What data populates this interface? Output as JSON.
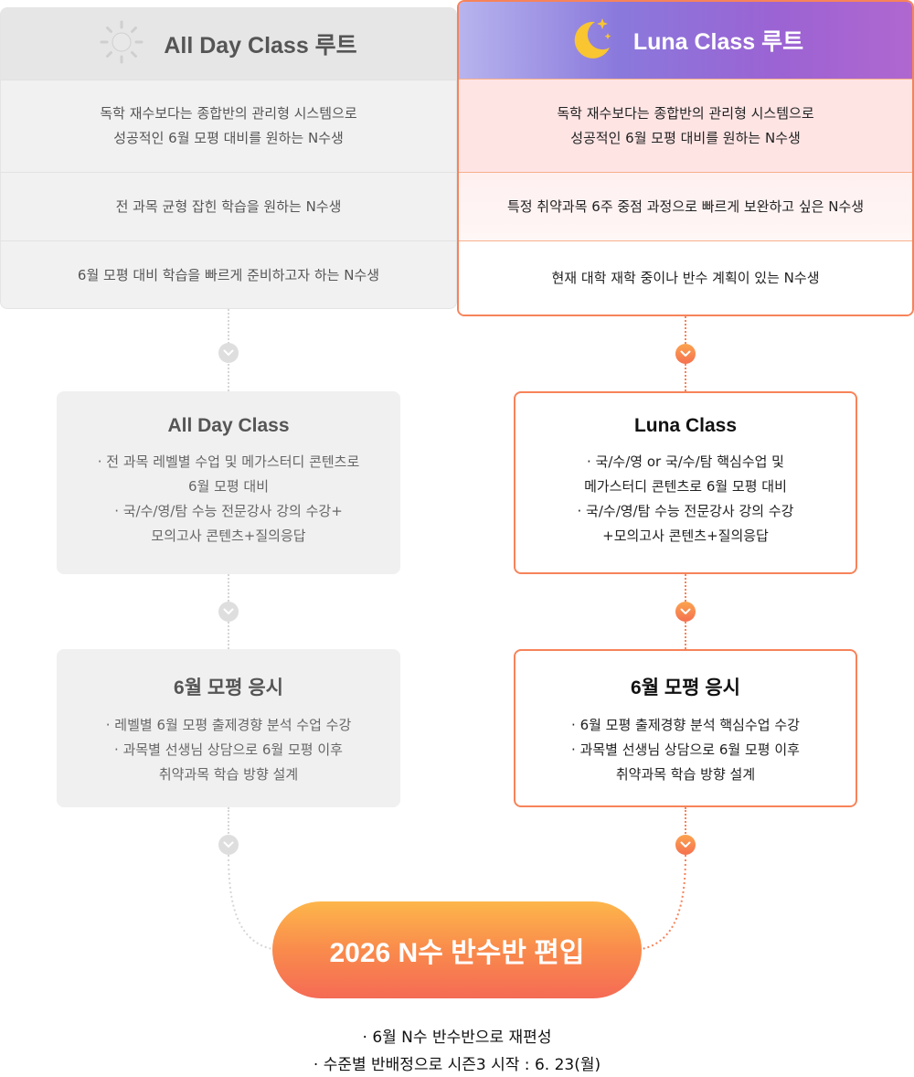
{
  "left_column": {
    "title": "All Day Class 루트",
    "icon": "sun-icon",
    "rows": [
      "독학 재수보다는 종합반의 관리형 시스템으로\n성공적인 6월 모평 대비를 원하는 N수생",
      "전 과목 균형 잡힌 학습을 원하는 N수생",
      "6월 모평 대비 학습을 빠르게 준비하고자 하는 N수생"
    ]
  },
  "right_column": {
    "title": "Luna Class 루트",
    "icon": "moon-icon",
    "rows": [
      "독학 재수보다는 종합반의 관리형 시스템으로\n성공적인 6월 모평 대비를 원하는 N수생",
      "특정 취약과목 6주 중점 과정으로 빠르게 보완하고 싶은 N수생",
      "현재 대학 재학 중이나 반수 계획이 있는 N수생"
    ]
  },
  "left_steps": [
    {
      "title": "All Day Class",
      "body": "· 전 과목 레벨별 수업 및 메가스터디 콘텐츠로\n6월 모평 대비\n· 국/수/영/탐 수능 전문강사 강의 수강+\n모의고사 콘텐츠+질의응답"
    },
    {
      "title": "6월 모평 응시",
      "body": "· 레벨별 6월 모평 출제경향 분석 수업 수강\n· 과목별 선생님 상담으로 6월 모평 이후\n취약과목 학습 방향 설계"
    }
  ],
  "right_steps": [
    {
      "title": "Luna Class",
      "body": "· 국/수/영 or 국/수/탐 핵심수업 및\n메가스터디 콘텐츠로 6월 모평 대비\n· 국/수/영/탐 수능 전문강사 강의 수강\n+모의고사 콘텐츠+질의응답"
    },
    {
      "title": "6월 모평 응시",
      "body": "· 6월 모평 출제경향 분석 핵심수업 수강\n· 과목별 선생님 상담으로 6월 모평 이후\n취약과목 학습 방향 설계"
    }
  ],
  "final": {
    "label": "2026 N수 반수반 편입",
    "notes": [
      "· 6월 N수 반수반으로 재편성",
      "· 수준별 반배정으로 시즌3 시작 : 6. 23(월)"
    ]
  },
  "colors": {
    "accent_orange": "#f7835a",
    "pill_top": "#fdb64b",
    "pill_bottom": "#f56b55",
    "luna_header_start": "#b7b4ee",
    "luna_header_end": "#b067d0",
    "grey_box": "#f0f0f0"
  }
}
